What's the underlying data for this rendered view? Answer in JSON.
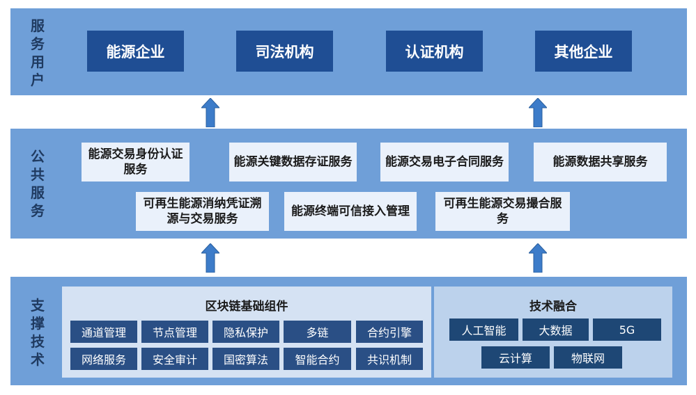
{
  "service_users": {
    "title": "服务用户",
    "items": [
      "能源企业",
      "司法机构",
      "认证机构",
      "其他企业"
    ]
  },
  "public_services": {
    "title": "公共服务",
    "row1": [
      "能源交易身份认证服务",
      "能源关键数据存证服务",
      "能源交易电子合同服务",
      "能源数据共享服务"
    ],
    "row2": [
      "可再生能源消纳凭证溯源与交易服务",
      "能源终端可信接入管理",
      "可再生能源交易撮合服务"
    ]
  },
  "support_tech": {
    "title": "支撑技术",
    "blockchain": {
      "title": "区块链基础组件",
      "row1": [
        "通道管理",
        "节点管理",
        "隐私保护",
        "多链",
        "合约引擎"
      ],
      "row2": [
        "网络服务",
        "安全审计",
        "国密算法",
        "智能合约",
        "共识机制"
      ]
    },
    "fusion": {
      "title": "技术融合",
      "row1": [
        "人工智能",
        "大数据",
        "5G"
      ],
      "row2": [
        "云计算",
        "物联网"
      ]
    }
  },
  "colors": {
    "layer_bg": "#6f9fd8",
    "dark_box": "#1f4e94",
    "light_box": "#eaf1fb",
    "chip": "#2a4f85",
    "arrow": "#3d7cc9"
  }
}
